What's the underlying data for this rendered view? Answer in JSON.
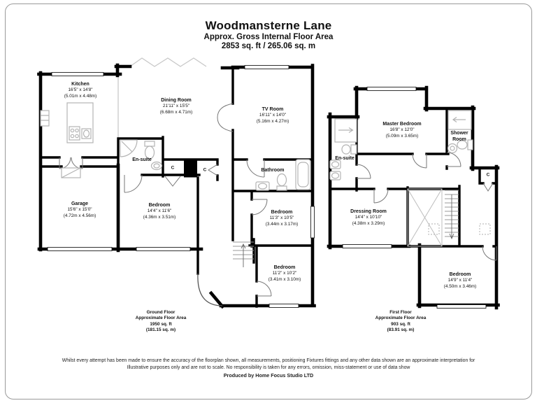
{
  "header": {
    "title": "Woodmansterne Lane",
    "subtitle": "Approx. Gross Internal Floor Area",
    "area": "2853 sq. ft / 265.06 sq. m"
  },
  "ground_floor": {
    "rooms": {
      "kitchen": {
        "name": "Kitchen",
        "ft": "16'5\" x 14'8\"",
        "m": "(5.01m x 4.48m)"
      },
      "dining": {
        "name": "Dining Room",
        "ft": "21'11\" x 15'5\"",
        "m": "(6.68m x 4.71m)"
      },
      "tv": {
        "name": "TV Room",
        "ft": "16'11\" x 14'0\"",
        "m": "(5.16m x 4.27m)"
      },
      "garage": {
        "name": "Garage",
        "ft": "15'6\" x 15'0\"",
        "m": "(4.72m x 4.56m)"
      },
      "ensuite": {
        "name": "En-suite"
      },
      "bedroom1": {
        "name": "Bedroom",
        "ft": "14'4\" x 11'6\"",
        "m": "(4.36m x 3.51m)"
      },
      "bathroom": {
        "name": "Bathroom"
      },
      "bedroom2": {
        "name": "Bedroom",
        "ft": "11'3\" x 10'5\"",
        "m": "(3.44m x 3.17m)"
      },
      "bedroom3": {
        "name": "Bedroom",
        "ft": "11'2\" x 10'2\"",
        "m": "(3.41m x 3.10m)"
      },
      "cupboard1": "C",
      "cupboard2": "C"
    },
    "footer": {
      "line1": "Ground Floor",
      "line2": "Approximate Floor Area",
      "line3": "1950 sq. ft",
      "line4": "(181.15 sq. m)"
    }
  },
  "first_floor": {
    "rooms": {
      "master": {
        "name": "Master Bedroom",
        "ft": "16'8\" x 12'0\"",
        "m": "(5.09m x 3.65m)"
      },
      "shower": {
        "line1": "Shower",
        "line2": "Room"
      },
      "ensuite": {
        "name": "En-suite"
      },
      "dressing": {
        "name": "Dressing Room",
        "ft": "14'4\" x 10'10\"",
        "m": "(4.38m x 3.29m)"
      },
      "bedroom": {
        "name": "Bedroom",
        "ft": "14'9\" x 11'4\"",
        "m": "(4.50m x 3.46m)"
      },
      "cupboard": "C"
    },
    "footer": {
      "line1": "First Floor",
      "line2": "Approximate Floor Area",
      "line3": "903 sq. ft",
      "line4": "(83.91 sq. m)"
    }
  },
  "disclaimer": {
    "line1": "Whilst every attempt has been made to ensure the accuracy of the floorplan shown, all measurements, positioning Fixtures fittings and any other data shown are an approximate interpretation for",
    "line2": "Illustrative purposes only  and are not to scale. No responsibility is taken for any errors, omission, miss-statement or use of data show",
    "line3": "Produced by Home Focus Studio LTD"
  }
}
